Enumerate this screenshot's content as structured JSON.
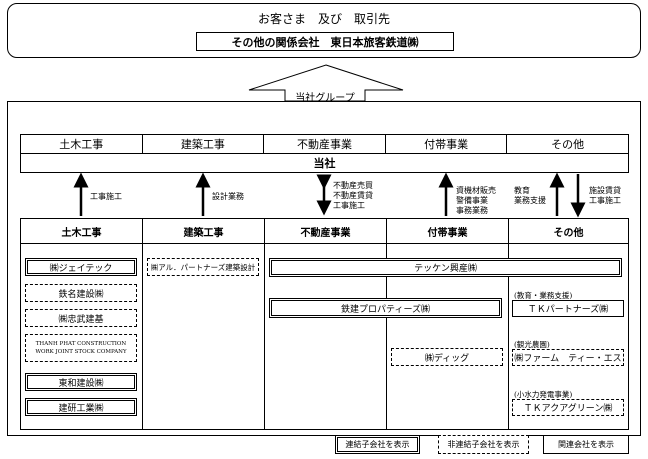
{
  "top": {
    "title": "お客さま　及び　取引先",
    "related_company": "その他の関係会社　東日本旅客鉄道㈱"
  },
  "group": {
    "label": "当社グループ",
    "top_segments": [
      "土木工事",
      "建築工事",
      "不動産事業",
      "付帯事業",
      "その他"
    ],
    "company": "当社"
  },
  "flows": {
    "civil": "工事施工",
    "building": "設計業務",
    "realestate": [
      "不動産売買",
      "不動産賃貸",
      "工事施工"
    ],
    "ancillary": [
      "資機材販売",
      "警備事業",
      "事務業務"
    ],
    "other_up": [
      "教育",
      "業務支援"
    ],
    "other_down": [
      "施設賃貸",
      "工事施工"
    ]
  },
  "columns": {
    "civil": {
      "header": "土木工事",
      "companies": [
        "㈱ジェイテック",
        "鉄名建設㈱",
        "㈱忠武建基",
        "THANH PHAT CONSTRUCTION WORK JOINT STOCK COMPANY",
        "東和建設㈱",
        "建研工業㈱"
      ]
    },
    "building": {
      "header": "建築工事",
      "companies": [
        "㈱アル．パートナーズ建築設計"
      ]
    },
    "realestate": {
      "header": "不動産事業",
      "wide1": "テッケン興産㈱",
      "wide2": "鉄建プロパティーズ㈱"
    },
    "ancillary": {
      "header": "付帯事業",
      "companies": [
        "㈱ディッグ"
      ]
    },
    "other": {
      "header": "その他",
      "groups": [
        {
          "label": "(教育・業務支援)",
          "company": "ＴＫパートナーズ㈱"
        },
        {
          "label": "(観光農園)",
          "company": "㈱ファーム　ティー・エス"
        },
        {
          "label": "(小水力発電事業)",
          "company": "ＴＫアクアグリーン㈱"
        }
      ]
    }
  },
  "legend": {
    "consolidated": "連結子会社を表示",
    "non_consolidated": "非連結子会社を表示",
    "affiliate": "関連会社を表示"
  }
}
